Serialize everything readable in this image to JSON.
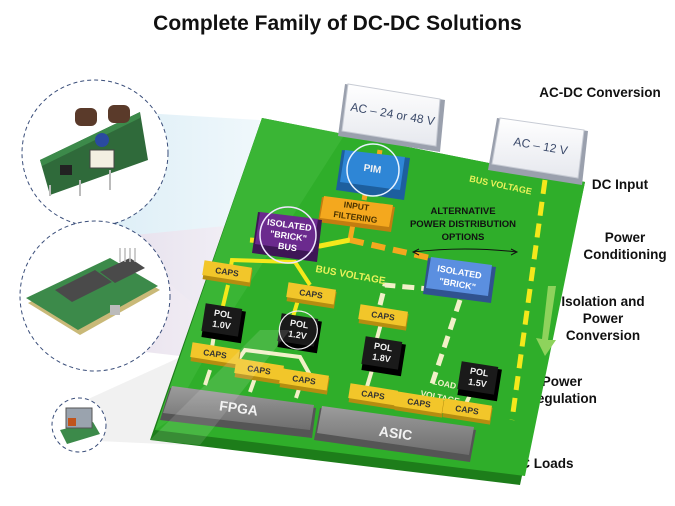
{
  "title": "Complete Family of DC-DC Solutions",
  "stages": [
    {
      "label": "AC-DC Conversion"
    },
    {
      "label": "DC Input"
    },
    {
      "label": "Power\nConditioning"
    },
    {
      "label": "Isolation and\nPower\nConversion"
    },
    {
      "label": "Power\nRegulation"
    },
    {
      "label": "DC Loads"
    }
  ],
  "ac_sources": [
    {
      "label": "AC – 24 or 48 V"
    },
    {
      "label": "AC – 12 V"
    }
  ],
  "blocks": {
    "pim": "PIM",
    "input_filtering": [
      "INPUT",
      "FILTERING"
    ],
    "isolated_brick_bus": [
      "ISOLATED",
      "\"BRICK\"",
      "BUS"
    ],
    "isolated_brick": [
      "ISOLATED",
      "\"BRICK\""
    ],
    "alt_options": [
      "ALTERNATIVE",
      "POWER DISTRIBUTION",
      "OPTIONS"
    ],
    "bus_voltage_top": "BUS VOLTAGE",
    "bus_voltage_mid": "BUS VOLTAGE",
    "load_voltage": [
      "LOAD",
      "VOLTAGE"
    ],
    "caps": "CAPS",
    "pols": [
      {
        "line1": "POL",
        "line2": "1.0V"
      },
      {
        "line1": "POL",
        "line2": "1.2V"
      },
      {
        "line1": "POL",
        "line2": "1.8V"
      },
      {
        "line1": "POL",
        "line2": "1.5V"
      }
    ],
    "fpga": "FPGA",
    "asic": "ASIC"
  },
  "products": [
    {
      "name": "brick-module"
    },
    {
      "name": "quarter-brick-module"
    },
    {
      "name": "pol-module"
    }
  ],
  "colors": {
    "board": "#2fae2a",
    "board_edge": "#1d7d1a",
    "caps": "#f2c62a",
    "pol": "#1a1a1a",
    "pim": "#2e86d6",
    "filter": "#f4a81e",
    "brick_bus": "#6b2a8e",
    "brick": "#5b8fe0",
    "chip": "#8e8e8e",
    "bus_dash": "#f4e81b",
    "arrow": "#8ed35c"
  }
}
